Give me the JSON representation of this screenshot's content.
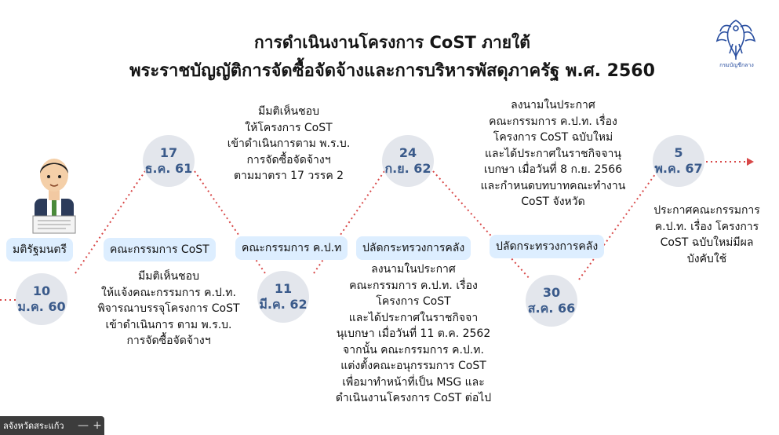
{
  "title": {
    "line1": "การดำเนินงานโครงการ CoST ภายใต้",
    "line2": "พระราชบัญญัติการจัดซื้อจัดจ้างและการบริหารพัสดุภาครัฐ พ.ศ. 2560"
  },
  "logo": {
    "text": "กรมบัญชีกลาง"
  },
  "milestones": [
    {
      "day": "10",
      "month": "ม.ค. 60"
    },
    {
      "day": "17",
      "month": "ธ.ค. 61"
    },
    {
      "day": "11",
      "month": "มี.ค. 62"
    },
    {
      "day": "24",
      "month": "ก.ย. 62"
    },
    {
      "day": "30",
      "month": "ส.ค. 66"
    },
    {
      "day": "5",
      "month": "พ.ค. 67"
    }
  ],
  "labels": {
    "cabinet": "มติรัฐมนตรี",
    "cost_committee": "คณะกรรมการ CoST",
    "kpt_committee": "คณะกรรมการ ค.ป.ท",
    "permsec_1": "ปลัดกระทรวงการคลัง",
    "permsec_2": "ปลัดกระทรวงการคลัง"
  },
  "texts": {
    "t1": [
      "มีมติเห็นชอบ",
      "ให้แจ้งคณะกรรมการ ค.ป.ท.",
      "พิจารณาบรรจุโครงการ CoST",
      "เข้าดำเนินการ ตาม พ.ร.บ.",
      "การจัดซื้อจัดจ้างฯ"
    ],
    "t2": [
      "มีมติเห็นชอบ",
      "ให้โครงการ CoST",
      "เข้าดำเนินการตาม พ.ร.บ.",
      "การจัดซื้อจัดจ้างฯ",
      "ตามมาตรา 17 วรรค 2"
    ],
    "t3": [
      "ลงนามในประกาศ",
      "คณะกรรมการ ค.ป.ท. เรื่อง",
      "โครงการ CoST",
      "และได้ประกาศในราชกิจจา",
      "นุเบกษา เมื่อวันที่  11 ต.ค. 2562",
      "จากนั้น คณะกรรมการ ค.ป.ท.",
      "แต่งตั้งคณะอนุกรรมการ CoST",
      "เพื่อมาทำหน้าที่เป็น MSG และ",
      "ดำเนินงานโครงการ CoST ต่อไป"
    ],
    "t4": [
      "ลงนามในประกาศ",
      "คณะกรรมการ ค.ป.ท. เรื่อง",
      "โครงการ CoST ฉบับใหม่",
      "และได้ประกาศในราชกิจจานุ",
      "เบกษา เมื่อวันที่  8 ก.ย. 2566",
      "และกำหนดบทบาทคณะทำงาน",
      "CoST จังหวัด"
    ],
    "t5": [
      "ประกาศคณะกรรมการ",
      "ค.ป.ท. เรื่อง โครงการ",
      "CoST ฉบับใหม่มีผล",
      "บังคับใช้"
    ]
  },
  "toolbar": {
    "label": "ลจังหวัดสระแก้ว",
    "minus": "—",
    "plus": "+"
  },
  "colors": {
    "circle_bg": "#e3e6ec",
    "circle_text": "#3a5a8a",
    "label_bg": "#ddeeff",
    "dotted_line": "#d84848"
  }
}
